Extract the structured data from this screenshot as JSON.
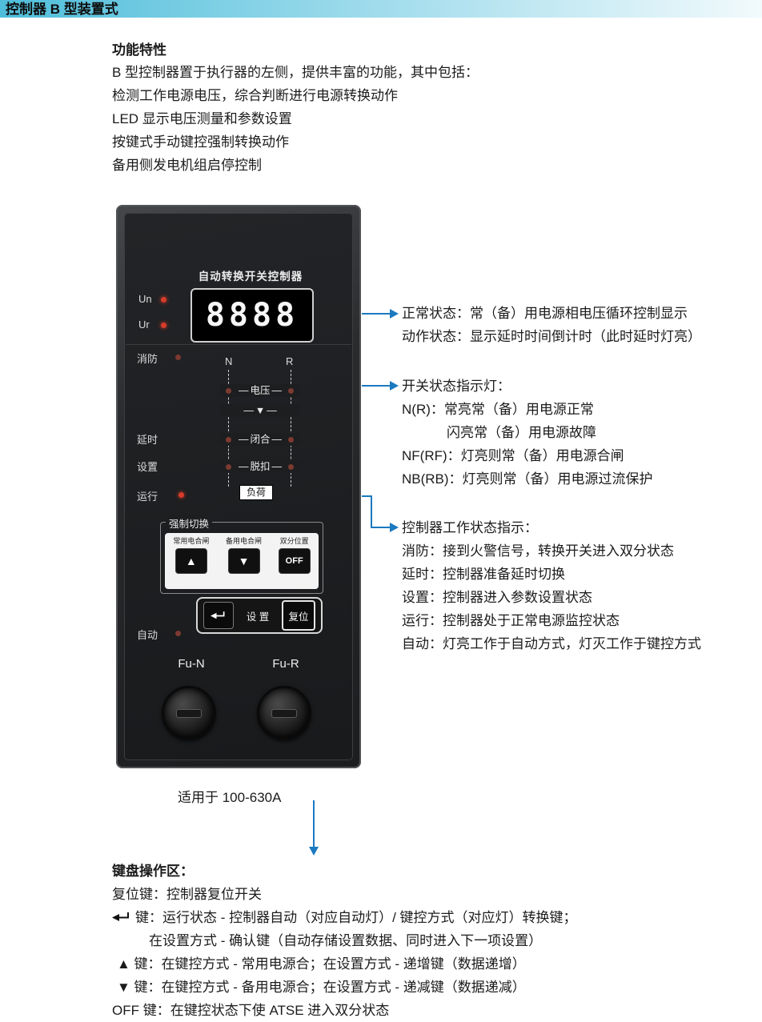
{
  "page": {
    "header_title": "控制器 B 型装置式"
  },
  "features": {
    "heading": "功能特性",
    "lines": [
      "B 型控制器置于执行器的左侧，提供丰富的功能，其中包括：",
      "检测工作电源电压，综合判断进行电源转换动作",
      "LED 显示电压测量和参数设置",
      "按键式手动键控强制转换动作",
      "备用侧发电机组启停控制"
    ]
  },
  "panel": {
    "title": "自动转换开关控制器",
    "display_value": "8888",
    "un_label": "Un",
    "ur_label": "Ur",
    "fire_label": "消防",
    "n_label": "N",
    "r_label": "R",
    "voltage_row": "电压",
    "transfer_symbol": "▼",
    "close_row": "闭合",
    "trip_row": "脱扣",
    "delay_label": "延时",
    "set_label": "设置",
    "run_label": "运行",
    "load_label": "负荷",
    "force_switch": "强制切换",
    "auto_label": "自动",
    "fu_n": "Fu-N",
    "fu_r": "Fu-R",
    "buttons": {
      "normal_close": "常用电合闸",
      "backup_close": "备用电合闸",
      "dual_off": "双分位置",
      "up": "▲",
      "down": "▼",
      "off": "OFF",
      "set": "设 置",
      "reset": "复位"
    }
  },
  "apply_note": "适用于 100-630A",
  "annotations": {
    "display": [
      "正常状态：常（备）用电源相电压循环控制显示",
      "动作状态：显示延时时间倒计时（此时延时灯亮）"
    ],
    "switch_status": {
      "heading": "开关状态指示灯：",
      "lines": [
        "N(R)：常亮常（备）用电源正常",
        "闪亮常（备）用电源故障",
        "NF(RF)：灯亮则常（备）用电源合闸",
        "NB(RB)：灯亮则常（备）用电源过流保护"
      ]
    },
    "work_status": {
      "heading": "控制器工作状态指示：",
      "lines": [
        "消防：接到火警信号，转换开关进入双分状态",
        "延时：控制器准备延时切换",
        "设置：控制器进入参数设置状态",
        "运行：控制器处于正常电源监控状态",
        "自动：灯亮工作于自动方式，灯灭工作于键控方式"
      ]
    }
  },
  "keyboard": {
    "heading": "键盘操作区：",
    "lines": [
      "复位键：控制器复位开关",
      "键：运行状态 - 控制器自动（对应自动灯）/ 键控方式（对应灯）转换键；",
      "在设置方式 - 确认键（自动存储设置数据、同时进入下一项设置）",
      "▲ 键：在键控方式 - 常用电源合；在设置方式 - 递增键（数据递增）",
      "▼ 键：在键控方式 - 备用电源合；在设置方式 - 递减键（数据递减）",
      "OFF 键：在键控状态下使 ATSE 进入双分状态"
    ]
  },
  "colors": {
    "accent_blue": "#1b79c0",
    "header_cyan": "#4fbeda",
    "led_red": "#d63c2a"
  }
}
